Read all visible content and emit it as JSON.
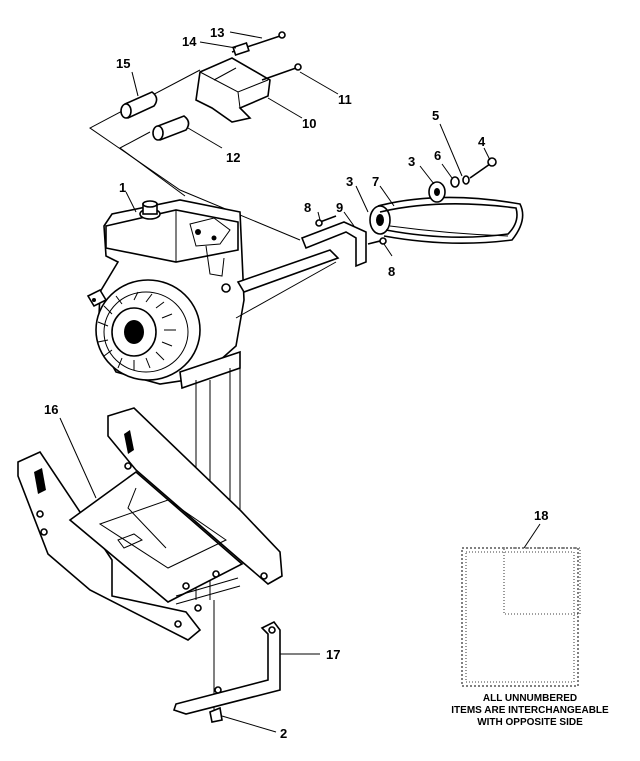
{
  "callouts": {
    "c1": "1",
    "c2": "2",
    "c3a": "3",
    "c3b": "3",
    "c4": "4",
    "c5": "5",
    "c6": "6",
    "c7": "7",
    "c8a": "8",
    "c8b": "8",
    "c9": "9",
    "c10": "10",
    "c11": "11",
    "c12": "12",
    "c13": "13",
    "c14": "14",
    "c15": "15",
    "c16": "16",
    "c17": "17",
    "c18": "18"
  },
  "note": {
    "line1": "ALL UNNUMBERED",
    "line2": "ITEMS ARE INTERCHANGEABLE",
    "line3": "WITH OPPOSITE SIDE"
  }
}
